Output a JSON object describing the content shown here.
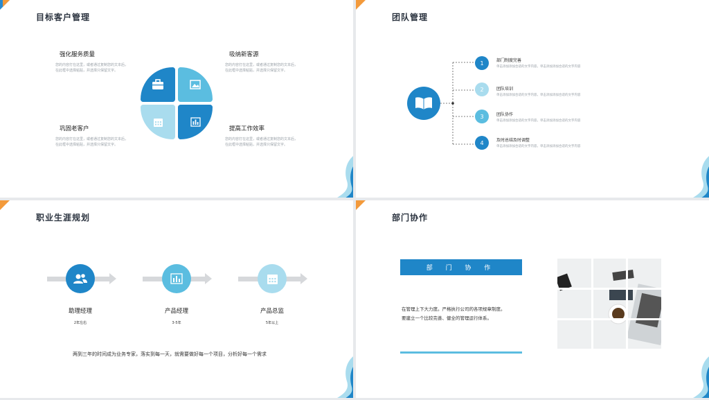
{
  "slide1": {
    "title": "目标客户管理",
    "items": [
      {
        "label": "强化服务质量",
        "desc1": "您的内容打在这里，或者通过复制您的文本后，",
        "desc2": "在此框中选择粘贴，并选择只保留文字。"
      },
      {
        "label": "吸纳新客源",
        "desc1": "您的内容打在这里，或者通过复制您的文本后，",
        "desc2": "在此框中选择粘贴，并选择只保留文字。"
      },
      {
        "label": "巩固老客户",
        "desc1": "您的内容打在这里，或者通过复制您的文本后，",
        "desc2": "在此框中选择粘贴，并选择只保留文字。"
      },
      {
        "label": "提高工作效率",
        "desc1": "您的内容打在这里，或者通过复制您的文本后，",
        "desc2": "在此框中选择粘贴，并选择只保留文字。"
      }
    ]
  },
  "slide2": {
    "title": "团队管理",
    "items": [
      {
        "num": "1",
        "title": "部门制度完善",
        "desc": "单击添加添加合适的文字内容，单击添加添加合适的文字内容"
      },
      {
        "num": "2",
        "title": "团队培训",
        "desc": "单击添加添加合适的文字内容，单击添加添加合适的文字内容"
      },
      {
        "num": "3",
        "title": "团队协作",
        "desc": "单击添加添加合适的文字内容，单击添加添加合适的文字内容"
      },
      {
        "num": "4",
        "title": "及时总结及时调整",
        "desc": "单击添加添加合适的文字内容，单击添加添加合适的文字内容"
      }
    ]
  },
  "slide3": {
    "title": "职业生涯规划",
    "steps": [
      {
        "role": "助理经理",
        "years": "2年左右"
      },
      {
        "role": "产品经理",
        "years": "3-5年"
      },
      {
        "role": "产品总监",
        "years": "5年以上"
      }
    ],
    "summary": "两到三年的时间成为业务专家，落实到每一天，就需要做好每一个项目，分析好每一个需求"
  },
  "slide4": {
    "title": "部门协作",
    "banner": "部  门  协  作",
    "text1": "在管理上下大力度。严格执行公司的各项规章制度。",
    "text2": "要建立一个比较完善、健全的管理运行体系。"
  },
  "colors": {
    "dark_blue": "#1f86c8",
    "light_blue": "#5bbde0",
    "pale_blue": "#a9dcee",
    "orange": "#f39a3b"
  }
}
